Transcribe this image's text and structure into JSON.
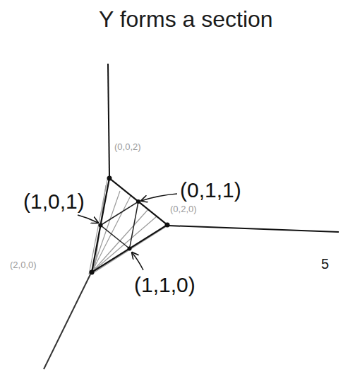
{
  "diagram": {
    "labels": [
      "Y forms a section",
      "(0,0,2)",
      "(0,1,1)",
      "(0,2,0)",
      "(1,0,1)",
      "(2,0,0)",
      "(1,1,0)",
      "5"
    ]
  }
}
